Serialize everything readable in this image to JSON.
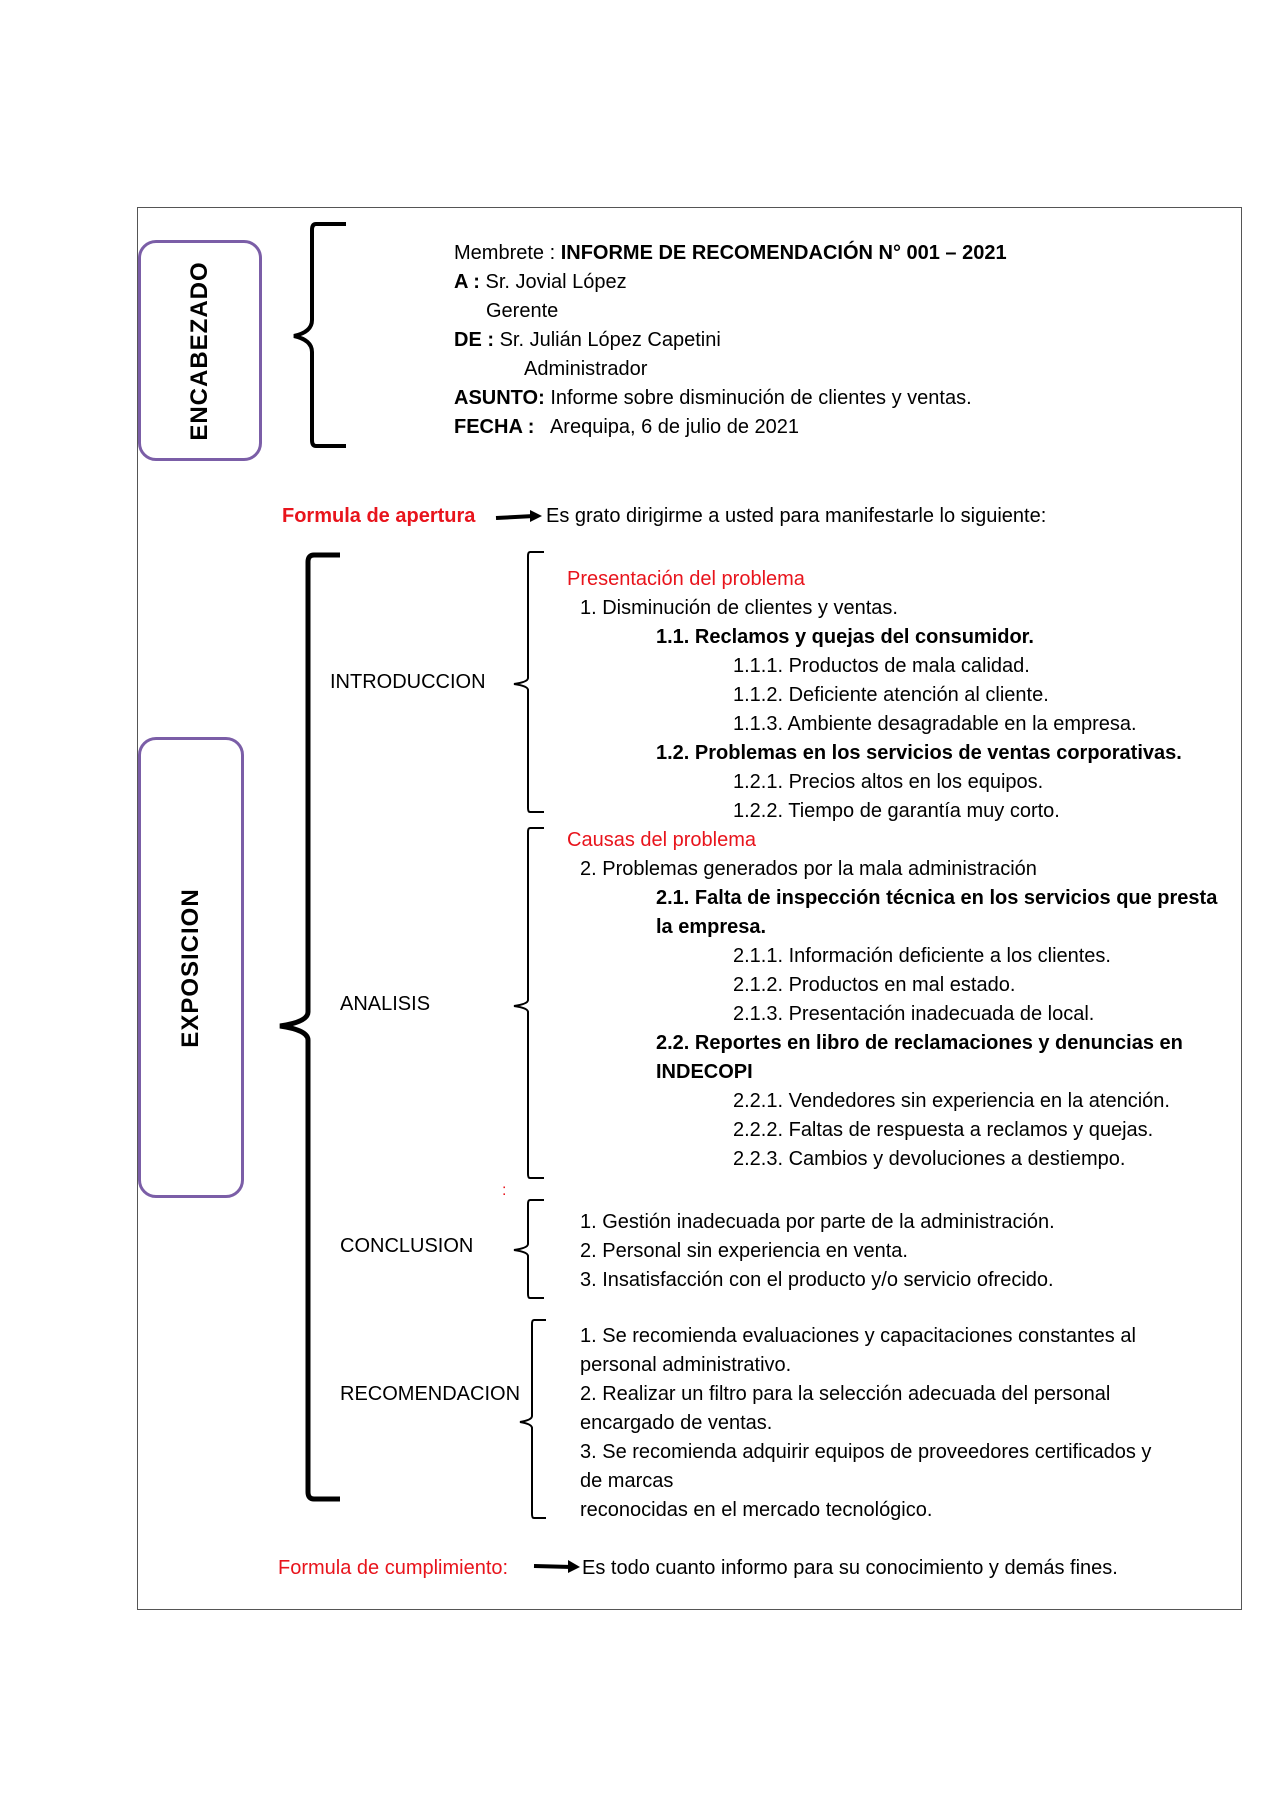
{
  "sections": {
    "encabezado": "ENCABEZADO",
    "exposicion": "EXPOSICION"
  },
  "header": {
    "membrete_label": "Membrete  :",
    "membrete_value": "INFORME DE RECOMENDACIÓN N° 001 – 2021",
    "a_label": "A :",
    "a_value": "Sr. Jovial López",
    "a_role": "Gerente",
    "de_label": "DE :",
    "de_value": "Sr. Julián López Capetini",
    "de_role": "Administrador",
    "asunto_label": "ASUNTO:",
    "asunto_value": "Informe sobre disminución de clientes y ventas.",
    "fecha_label": "FECHA :",
    "fecha_value": "Arequipa, 6 de julio de 2021"
  },
  "apertura": {
    "label": "Formula de apertura",
    "text": "Es grato  dirigirme a usted para manifestarle lo siguiente:"
  },
  "introduccion": {
    "label": "INTRODUCCION",
    "title": "Presentación del problema",
    "item1": "1. Disminución de clientes y ventas.",
    "item1_1": "1.1. Reclamos y quejas del consumidor.",
    "item1_1_1": "1.1.1. Productos de mala calidad.",
    "item1_1_2": "1.1.2. Deficiente atención al cliente.",
    "item1_1_3": "1.1.3. Ambiente desagradable en la empresa.",
    "item1_2": "1.2. Problemas en los servicios de ventas corporativas.",
    "item1_2_1": "1.2.1. Precios altos en los equipos.",
    "item1_2_2": "1.2.2. Tiempo de garantía muy corto."
  },
  "analisis": {
    "label": "ANALISIS",
    "title": "Causas del problema",
    "item2": "2. Problemas generados por la mala administración",
    "item2_1_line1": "2.1. Falta de inspección técnica en los servicios que presta",
    "item2_1_line2": "la empresa.",
    "item2_1_1": "2.1.1. Información deficiente a los clientes.",
    "item2_1_2": "2.1.2. Productos en mal estado.",
    "item2_1_3": "2.1.3. Presentación inadecuada de local.",
    "item2_2_line1": "2.2. Reportes en libro de reclamaciones y denuncias en",
    "item2_2_line2": "INDECOPI",
    "item2_2_1": "2.2.1. Vendedores sin experiencia en la atención.",
    "item2_2_2": "2.2.2. Faltas de respuesta a reclamos y quejas.",
    "item2_2_3": "2.2.3. Cambios y devoluciones a destiempo."
  },
  "conclusion": {
    "colon": ":",
    "label": "CONCLUSION",
    "item1": "1. Gestión inadecuada por parte de la administración.",
    "item2": "2. Personal sin experiencia en venta.",
    "item3": "3. Insatisfacción con el producto y/o servicio ofrecido."
  },
  "recomendacion": {
    "label": "RECOMENDACION",
    "line1": "1. Se recomienda evaluaciones y capacitaciones constantes al",
    "line2": "personal administrativo.",
    "line3": "2. Realizar un filtro para la selección adecuada del personal",
    "line4": "encargado de ventas.",
    "line5": "3. Se recomienda adquirir equipos de proveedores certificados y",
    "line6": "de marcas",
    "line7": "reconocidas en el mercado tecnológico."
  },
  "cumplimiento": {
    "label": "Formula de cumplimiento:",
    "text": "Es todo cuanto informo para su conocimiento y demás fines."
  },
  "colors": {
    "box_border": "#7b5ea7",
    "accent_red": "#e8141c"
  }
}
